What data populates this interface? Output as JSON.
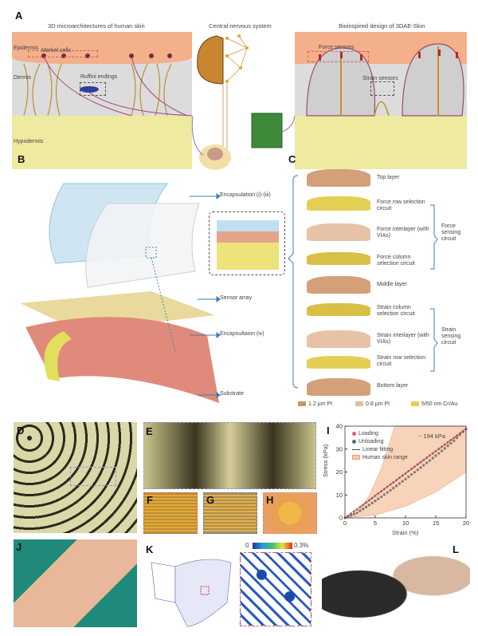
{
  "panels": {
    "a": "A",
    "b": "B",
    "c": "C",
    "d": "D",
    "e": "E",
    "f": "F",
    "g": "G",
    "h": "H",
    "i": "I",
    "j": "J",
    "k": "K",
    "l": "L"
  },
  "panel_a": {
    "left_title": "3D microarchitectures of human skin",
    "center_title": "Central nervous system",
    "right_title": "Bioinspired design of 3DAE-Skin",
    "epidermis": "Epidermis",
    "merkel": "Merkel cells",
    "dermis": "Dermis",
    "ruffini": "Ruffini endings",
    "hypodermis": "Hypodermis",
    "force_sensors": "Force sensors",
    "strain_sensors": "Strain sensors"
  },
  "panel_b": {
    "labels": [
      "Encapsulation (i)-(iii)",
      "Sensor array",
      "Encapsultaion (iv)",
      "Substrate"
    ]
  },
  "panel_c": {
    "layers": [
      "Top layer",
      "Force row selection circuit",
      "Force interlayer (with VIAs)",
      "Force column selection circuit",
      "Middle layer",
      "Strain column selection circuit",
      "Strain interlayer (with VIAs)",
      "Strain row selection circuit",
      "Bottom layer"
    ],
    "groups": [
      "Force sensing circuit",
      "Strain sensing circuit"
    ],
    "legend": [
      {
        "label": "1.2 µm PI",
        "color": "#c9956a"
      },
      {
        "label": "0.8 µm PI",
        "color": "#e2bd9c"
      },
      {
        "label": "5/60 nm Cr/Au",
        "color": "#e8cf4a"
      }
    ]
  },
  "panel_k": {
    "cbar_min": "0",
    "cbar_max": "0.3%"
  },
  "chart_data": {
    "type": "line",
    "xlabel": "Strain (%)",
    "ylabel": "Stress (kPa)",
    "xlim": [
      0,
      20
    ],
    "ylim": [
      0,
      40
    ],
    "xticks": [
      0,
      5,
      10,
      15,
      20
    ],
    "yticks": [
      0,
      10,
      20,
      30,
      40
    ],
    "annotation": "~ 194 kPa",
    "legend_position": "top-left",
    "series": [
      {
        "name": "Loading",
        "color": "#e06060",
        "x": [
          0,
          2,
          4,
          6,
          8,
          10,
          12,
          14,
          16,
          18,
          20
        ],
        "y": [
          0,
          3.6,
          7.6,
          11.6,
          15.5,
          19.4,
          23.3,
          27.2,
          31.0,
          34.9,
          38.8
        ]
      },
      {
        "name": "Unloading",
        "color": "#666666",
        "x": [
          0,
          2,
          4,
          6,
          8,
          10,
          12,
          14,
          16,
          18,
          20
        ],
        "y": [
          0,
          2.2,
          5.6,
          9.2,
          13.0,
          16.9,
          20.9,
          25.0,
          29.2,
          33.6,
          38.8
        ]
      },
      {
        "name": "Linear fitting",
        "color": "#333333",
        "x": [
          0,
          20
        ],
        "y": [
          0,
          38.8
        ]
      }
    ],
    "band": {
      "name": "Human skin range",
      "color": "#f6c9a8",
      "upper_x": [
        0,
        2,
        4,
        6,
        7,
        8,
        8.2
      ],
      "upper_y": [
        0,
        2.4,
        9.6,
        21.6,
        29.4,
        38.4,
        40
      ],
      "lower_x": [
        0,
        5,
        10,
        15,
        20
      ],
      "lower_y": [
        0,
        1.25,
        5,
        11.25,
        20
      ]
    }
  }
}
